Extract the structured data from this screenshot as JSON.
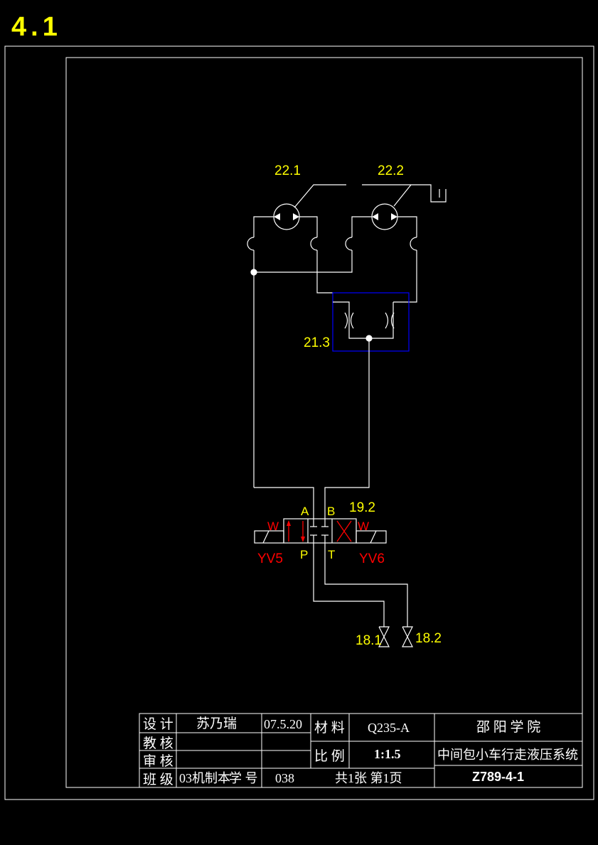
{
  "sheet_number": "4.1",
  "components": {
    "motor_1": "22.1",
    "motor_2": "22.2",
    "throttle_valve": "21.3",
    "directional_valve": "19.2",
    "solenoid_left": "YV5",
    "solenoid_right": "YV6",
    "port_a": "A",
    "port_b": "B",
    "port_p": "P",
    "port_t": "T",
    "spring_left": "W",
    "spring_right": "W",
    "check_1": "18.1",
    "check_2": "18.2"
  },
  "title_block": {
    "design_label": "设 计",
    "designer": "苏乃瑞",
    "date": "07.5.20",
    "teacher_label": "教 核",
    "review_label": "审 核",
    "class_label": "班 级",
    "class_value": "03机制本",
    "student_no_label": "学 号",
    "student_no": "038",
    "material_label": "材 料",
    "material": "Q235-A",
    "scale_label": "比 例",
    "scale": "1:1.5",
    "sheets": "共1张 第1页",
    "school": "邵 阳 学 院",
    "drawing_title": "中间包小车行走液压系统",
    "drawing_code": "Z789-4-1"
  },
  "colors": {
    "background": "#000000",
    "line": "#ffffff",
    "label": "#ffff00",
    "solenoid_mark": "#ff0000",
    "throttle_box": "#0000ff"
  }
}
